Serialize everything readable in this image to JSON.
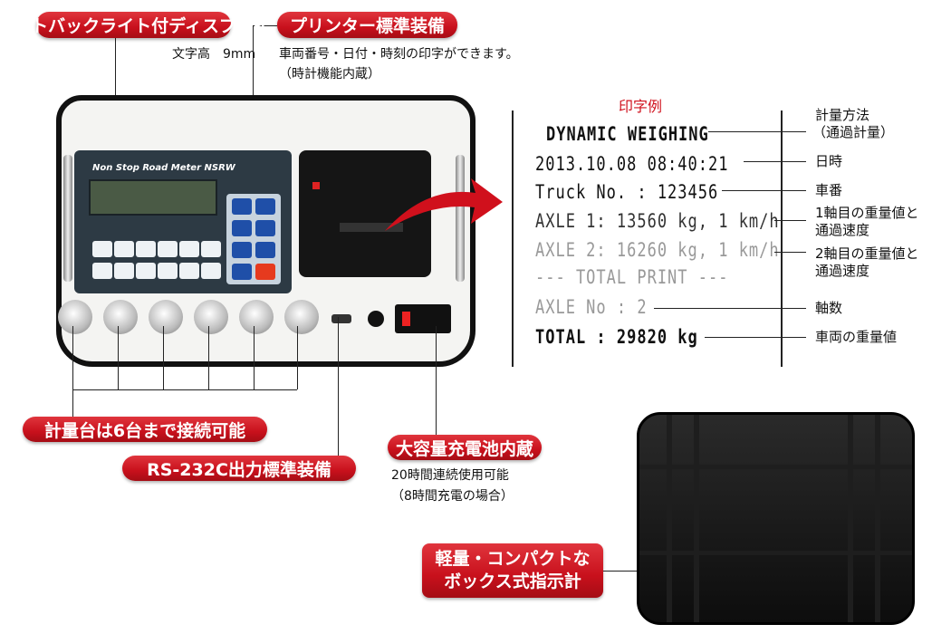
{
  "badges": {
    "display": "オートバックライト付ディスプレイ",
    "printer": "プリンター標準装備",
    "scales": "計量台は6台まで接続可能",
    "rs232c": "RS-232C出力標準装備",
    "battery": "大容量充電池内蔵",
    "compact_line1": "軽量・コンパクトな",
    "compact_line2": "ボックス式指示計"
  },
  "notes": {
    "char_height": "文字高　9mm",
    "printer_line1": "車両番号・日付・時刻の印字ができます。",
    "printer_line2": "（時計機能内蔵）",
    "battery_line1": "20時間連続使用可能",
    "battery_line2": "（8時間充電の場合）"
  },
  "device": {
    "brand_label": "Non Stop Road Meter NSRW"
  },
  "printout": {
    "title": "印字例",
    "lines": [
      "DYNAMIC WEIGHING",
      "2013.10.08  08:40:21",
      "Truck No. : 123456",
      "AXLE 1: 13560 kg, 1 km/h",
      "AXLE 2: 16260 kg, 1 km/h",
      "--- TOTAL PRINT ---",
      "AXLE No : 2",
      "TOTAL : 29820 kg"
    ],
    "labels": {
      "method_1": "計量方法",
      "method_2": "（通過計量）",
      "datetime": "日時",
      "truck_no": "車番",
      "axle1_1": "1軸目の重量値と",
      "axle1_2": "通過速度",
      "axle2_1": "2軸目の重量値と",
      "axle2_2": "通過速度",
      "axle_count": "軸数",
      "total": "車両の重量値"
    }
  },
  "colors": {
    "badge_red": "#c8101c",
    "title_red": "#d0101c"
  }
}
